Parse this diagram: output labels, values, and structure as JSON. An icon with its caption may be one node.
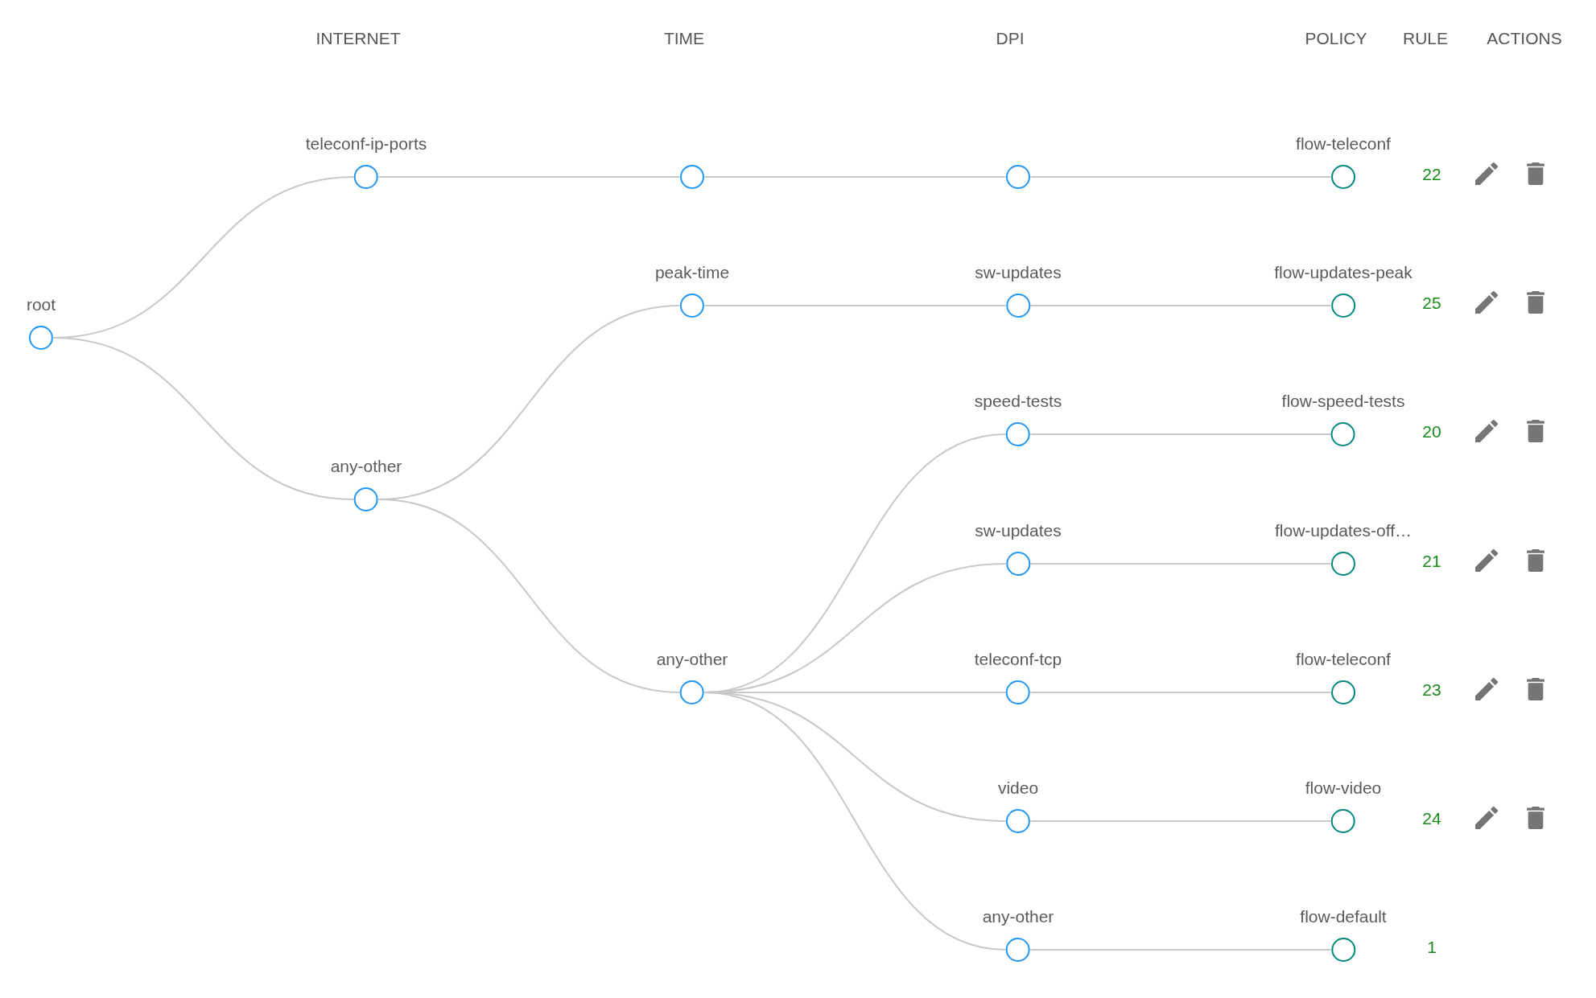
{
  "diagram": {
    "nodes": [
      {
        "text": [
          "root"
        ]
      },
      {
        "text": [
          "teleconf-ip-ports"
        ]
      },
      {
        "text": [
          "any-other"
        ]
      },
      {
        "text": [],
        "shape": "circle"
      },
      {
        "text": [
          "peak-time"
        ]
      },
      {
        "text": [
          "any-other"
        ]
      },
      {
        "text": [],
        "shape": "circle"
      },
      {
        "text": [
          "sw-updates"
        ]
      },
      {
        "text": [
          "speed-tests"
        ]
      },
      {
        "text": [
          "sw-updates"
        ]
      },
      {
        "text": [
          "teleconf-tcp"
        ]
      },
      {
        "text": [
          "video"
        ]
      },
      {
        "text": [
          "any-other"
        ]
      },
      {
        "text": [
          "flow-teleconf"
        ]
      },
      {
        "text": [
          "flow-updates-peak"
        ]
      },
      {
        "text": [
          "flow-speed-tests"
        ]
      },
      {
        "text": [
          "flow-updates-off…"
        ]
      },
      {
        "text": [
          "flow-teleconf"
        ]
      },
      {
        "text": [
          "flow-video"
        ]
      },
      {
        "text": [
          "flow-default"
        ]
      }
    ],
    "edges": [
      {
        "from": 0,
        "to": 1,
        "arrow": "none"
      },
      {
        "from": 0,
        "to": 2,
        "arrow": "none"
      },
      {
        "from": 1,
        "to": 3,
        "arrow": "none"
      },
      {
        "from": 3,
        "to": 6,
        "arrow": "none"
      },
      {
        "from": 6,
        "to": 13,
        "arrow": "none"
      },
      {
        "from": 2,
        "to": 4,
        "arrow": "none"
      },
      {
        "from": 2,
        "to": 5,
        "arrow": "none"
      },
      {
        "from": 4,
        "to": 7,
        "arrow": "none"
      },
      {
        "from": 7,
        "to": 14,
        "arrow": "none"
      },
      {
        "from": 5,
        "to": 8,
        "arrow": "none"
      },
      {
        "from": 5,
        "to": 9,
        "arrow": "none"
      },
      {
        "from": 5,
        "to": 10,
        "arrow": "none"
      },
      {
        "from": 5,
        "to": 11,
        "arrow": "none"
      },
      {
        "from": 5,
        "to": 12,
        "arrow": "none"
      },
      {
        "from": 8,
        "to": 15,
        "arrow": "none"
      },
      {
        "from": 9,
        "to": 16,
        "arrow": "none"
      },
      {
        "from": 10,
        "to": 17,
        "arrow": "none"
      },
      {
        "from": 11,
        "to": 18,
        "arrow": "none"
      },
      {
        "from": 12,
        "to": 19,
        "arrow": "none"
      }
    ],
    "labels": [
      "INTERNET",
      "TIME",
      "DPI",
      "POLICY",
      "RULE",
      "ACTIONS",
      "22",
      "25",
      "20",
      "21",
      "23",
      "24",
      "1"
    ]
  }
}
